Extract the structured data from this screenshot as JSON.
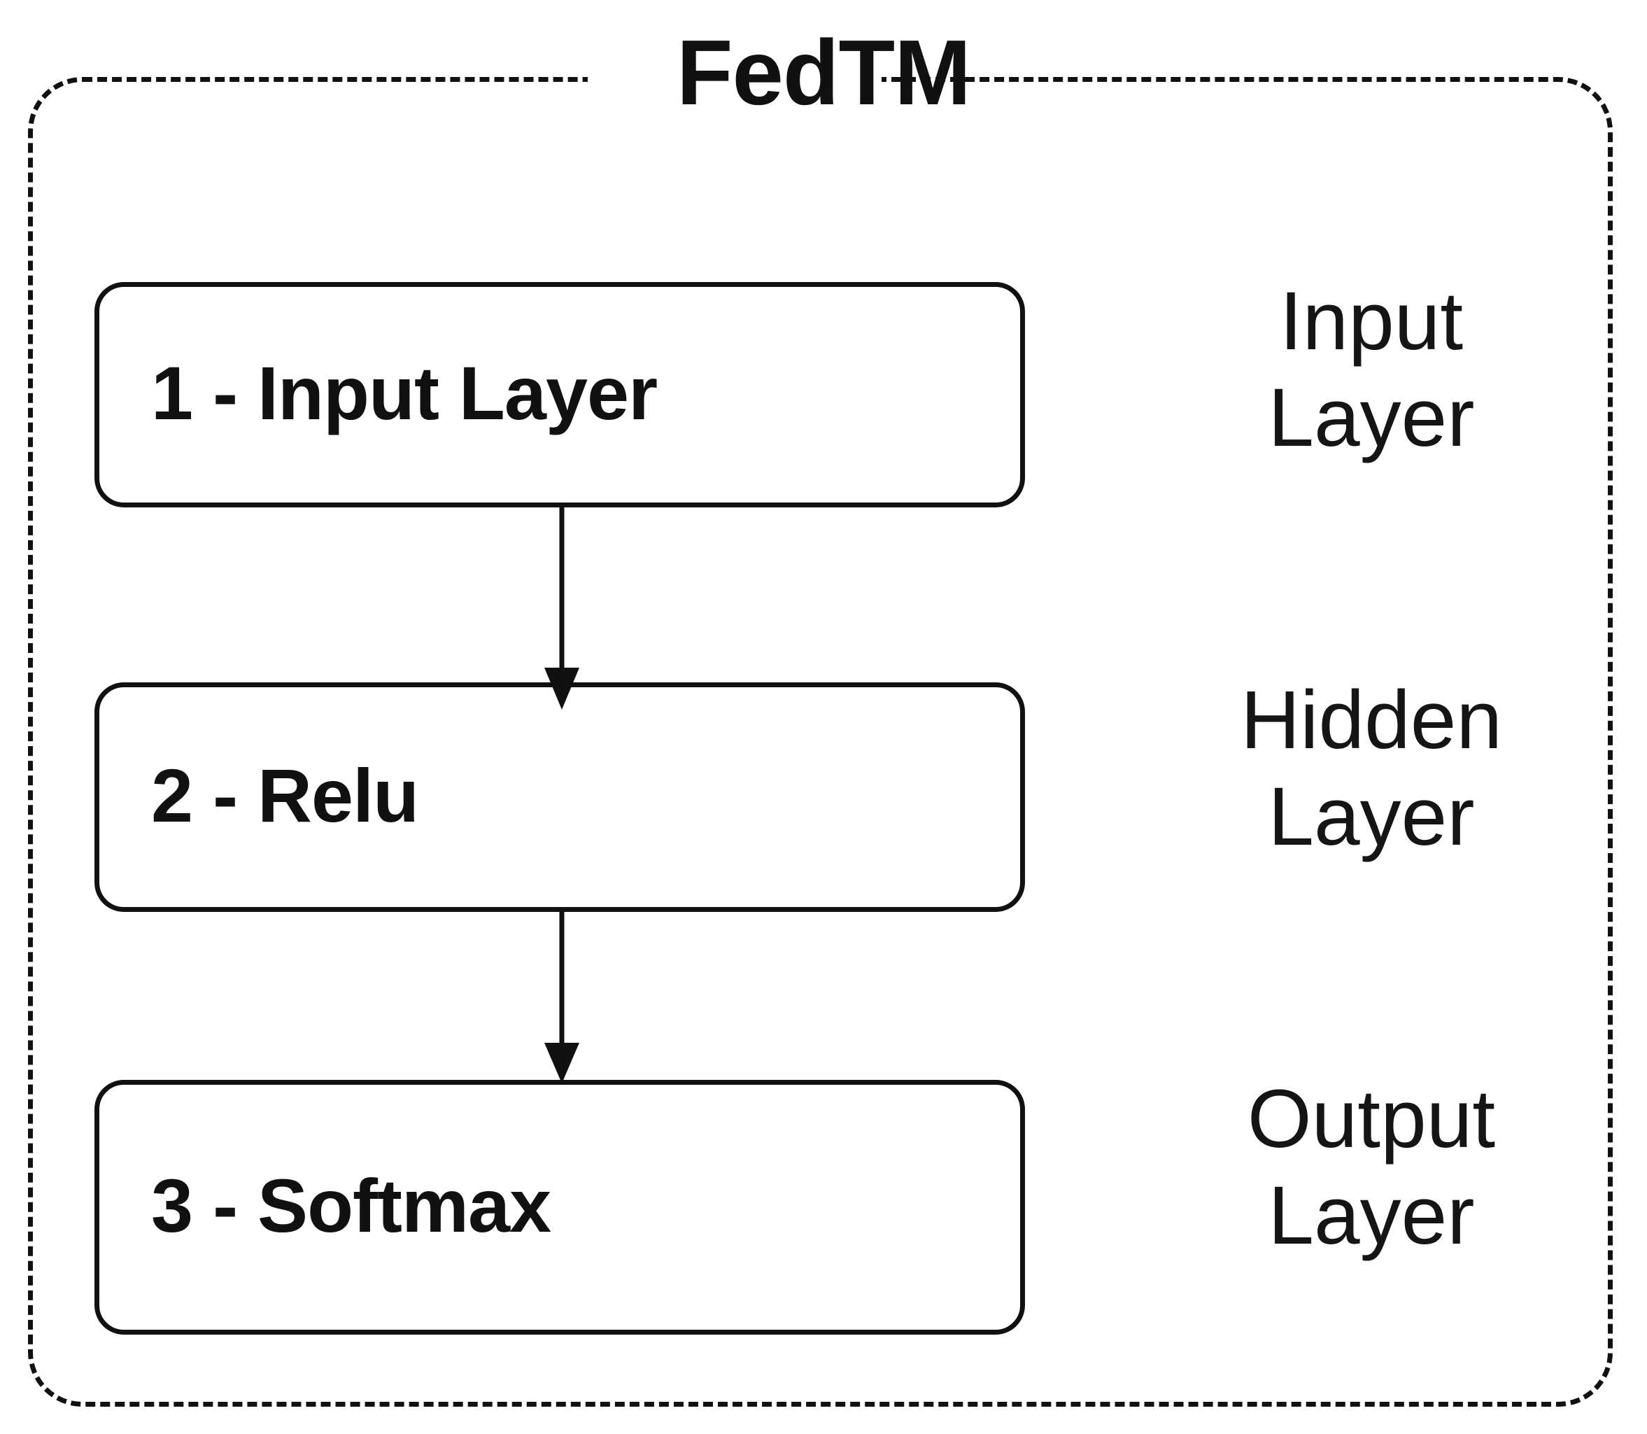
{
  "diagram": {
    "title": "FedTM",
    "type": "neural-network-architecture",
    "layers": [
      {
        "id": "layer-1",
        "box_label": "1 - Input Layer",
        "side_label_line1": "Input",
        "side_label_line2": "Layer",
        "side_label": "Input Layer"
      },
      {
        "id": "layer-2",
        "box_label": "2 - Relu",
        "side_label_line1": "Hidden",
        "side_label_line2": "Layer",
        "side_label": "Hidden Layer"
      },
      {
        "id": "layer-3",
        "box_label": "3 - Softmax",
        "side_label_line1": "Output",
        "side_label_line2": "Layer",
        "side_label": "Output Layer"
      }
    ],
    "arrows": [
      {
        "id": "arrow-1",
        "from": "layer-1",
        "to": "layer-2",
        "direction": "down"
      },
      {
        "id": "arrow-2",
        "from": "layer-2",
        "to": "layer-3",
        "direction": "down"
      }
    ],
    "colors": {
      "stroke": "#111111",
      "text": "#111111",
      "background": "#ffffff"
    },
    "border_style": "dashed"
  }
}
